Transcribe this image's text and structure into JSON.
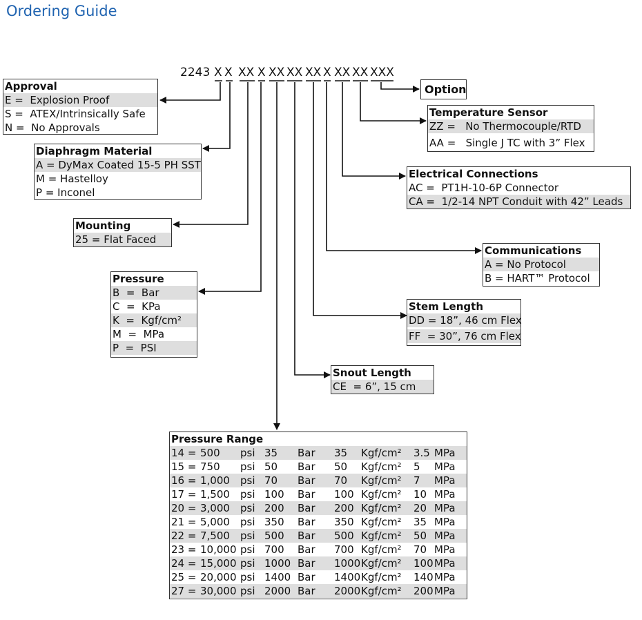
{
  "title": "Ordering Guide",
  "model_code": {
    "prefix": "2243",
    "segments": [
      "X",
      "X",
      "XX",
      "X",
      "XX",
      "XX",
      "XX",
      "X",
      "XX",
      "XX",
      "XXX"
    ]
  },
  "option": {
    "label": "Option"
  },
  "approval": {
    "title": "Approval",
    "rows": [
      "E =  Explosion Proof",
      "S =  ATEX/Intrinsically Safe",
      "N =  No Approvals"
    ]
  },
  "diaphragm": {
    "title": "Diaphragm Material",
    "rows": [
      "A = DyMax Coated 15-5 PH SST",
      "M = Hastelloy",
      "P = Inconel"
    ]
  },
  "flange": {
    "title": "Mounting Flange",
    "rows": [
      "25 = Flat Faced"
    ]
  },
  "units": {
    "title": "Pressure Units",
    "rows": [
      "B  =  Bar",
      "C  =  KPa",
      "K  =  Kgf/cm²",
      "M  =  MPa",
      "P  =  PSI"
    ]
  },
  "temperature": {
    "title": "Temperature Sensor",
    "rows": [
      "ZZ =   No Thermocouple/RTD",
      "AA =   Single J TC with 3” Flex"
    ]
  },
  "electrical": {
    "title": "Electrical Connections",
    "rows": [
      "AC =  PT1H-10-6P Connector",
      "CA =  1/2-14 NPT Conduit with 42” Leads"
    ]
  },
  "communications": {
    "title": "Communications",
    "rows": [
      "A = No Protocol",
      "B = HART™ Protocol"
    ]
  },
  "stem": {
    "title": "Stem Length",
    "rows": [
      "DD = 18”, 46 cm Flex",
      "FF  = 30”, 76 cm Flex"
    ]
  },
  "snout": {
    "title": "Snout Length",
    "rows": [
      "CE  = 6”, 15 cm"
    ]
  },
  "pressure_range": {
    "title": "Pressure Range",
    "rows": [
      [
        "14 =",
        "500",
        "psi",
        "35",
        "Bar",
        "35",
        "Kgf/cm²",
        "3.5",
        "MPa"
      ],
      [
        "15 =",
        "750",
        "psi",
        "50",
        "Bar",
        "50",
        "Kgf/cm²",
        "5",
        "MPa"
      ],
      [
        "16 =",
        "1,000",
        "psi",
        "70",
        "Bar",
        "70",
        "Kgf/cm²",
        "7",
        "MPa"
      ],
      [
        "17 =",
        "1,500",
        "psi",
        "100",
        "Bar",
        "100",
        "Kgf/cm²",
        "10",
        "MPa"
      ],
      [
        "20 =",
        "3,000",
        "psi",
        "200",
        "Bar",
        "200",
        "Kgf/cm²",
        "20",
        "MPa"
      ],
      [
        "21 =",
        "5,000",
        "psi",
        "350",
        "Bar",
        "350",
        "Kgf/cm²",
        "35",
        "MPa"
      ],
      [
        "22 =",
        "7,500",
        "psi",
        "500",
        "Bar",
        "500",
        "Kgf/cm²",
        "50",
        "MPa"
      ],
      [
        "23 =",
        "10,000",
        "psi",
        "700",
        "Bar",
        "700",
        "Kgf/cm²",
        "70",
        "MPa"
      ],
      [
        "24 =",
        "15,000",
        "psi",
        "1000",
        "Bar",
        "1000",
        "Kgf/cm²",
        "100",
        "MPa"
      ],
      [
        "25 =",
        "20,000",
        "psi",
        "1400",
        "Bar",
        "1400",
        "Kgf/cm²",
        "140",
        "MPa"
      ],
      [
        "27 =",
        "30,000",
        "psi",
        "2000",
        "Bar",
        "2000",
        "Kgf/cm²",
        "200",
        "MPa"
      ]
    ]
  }
}
